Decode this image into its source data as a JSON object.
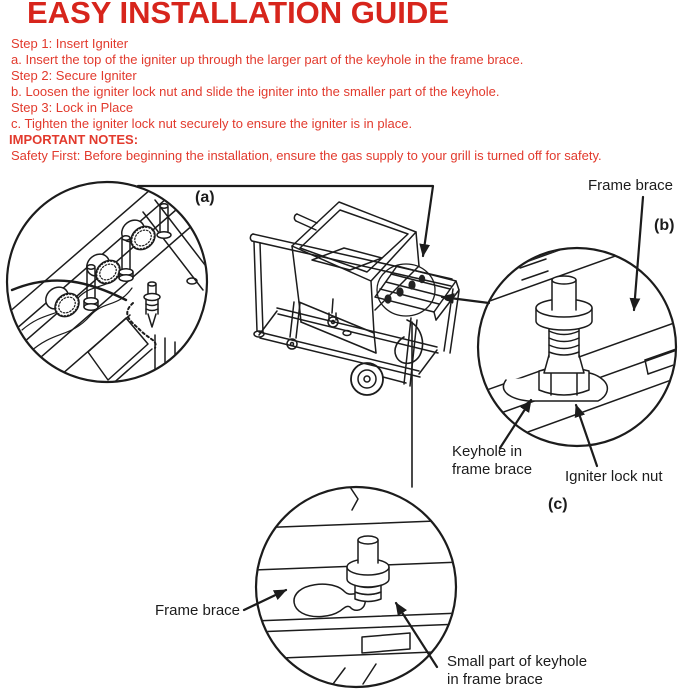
{
  "header": {
    "title": "EASY INSTALLATION GUIDE"
  },
  "instructions": {
    "steps": [
      "Step 1: Insert Igniter",
      "a. Insert the top of the igniter up through the larger part of the keyhole in the frame brace.",
      "Step 2: Secure Igniter",
      "b. Loosen the igniter lock nut and slide the igniter into the smaller part of the keyhole.",
      "Step 3: Lock in Place",
      "c. Tighten the igniter lock nut securely to ensure the igniter is in place."
    ],
    "notes_heading": "IMPORTANT NOTES:",
    "safety_note": "Safety First: Before beginning the installation, ensure the gas supply to your grill is turned off for safety."
  },
  "diagram": {
    "view_a_tag": "(a)",
    "view_b_tag": "(b)",
    "view_c_tag": "(c)",
    "labels": {
      "frame_brace_top": "Frame brace",
      "keyhole_line1": "Keyhole in",
      "keyhole_line2": "frame brace",
      "igniter_lock_nut": "Igniter lock nut",
      "frame_brace_bottom": "Frame brace",
      "small_keyhole_line1": "Small part of keyhole",
      "small_keyhole_line2": "in frame brace"
    }
  },
  "palette": {
    "title_red": "#d7251c",
    "body_red": "#e23a2d",
    "line_ink": "#1c1c1c",
    "background": "#ffffff"
  }
}
